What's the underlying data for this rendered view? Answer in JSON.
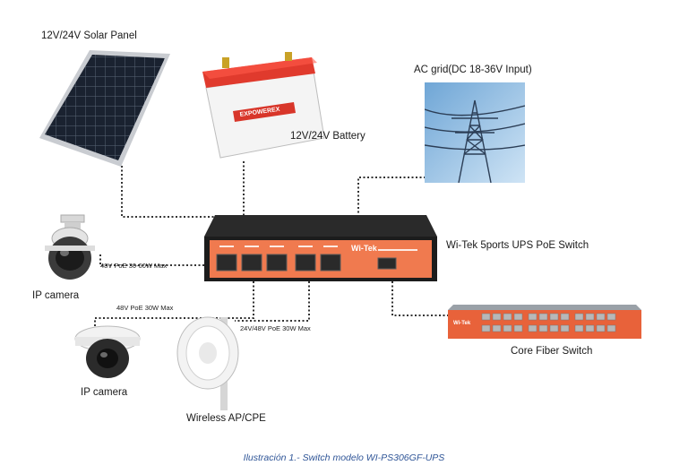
{
  "labels": {
    "solar_panel": "12V/24V Solar Panel",
    "battery": "12V/24V Battery",
    "battery_brand": "EXPOWEREX",
    "ac_grid": "AC grid(DC 18-36V Input)",
    "switch": "Wi-Tek 5ports UPS PoE Switch",
    "switch_logo": "Wi-Tek",
    "ip_camera_1": "IP camera",
    "ip_camera_2": "IP camera",
    "wireless_ap": "Wireless AP/CPE",
    "core_switch": "Core Fiber Switch",
    "core_logo": "Wi-Tek"
  },
  "port_labels": {
    "port1": "48V PoE 30-60W Max",
    "port2": "48V PoE 30W Max",
    "port3": "24V/48V PoE 30W Max"
  },
  "caption": "Ilustración 1.- Switch modelo WI-PS306GF-UPS",
  "colors": {
    "switch_body": "#1c1c1c",
    "switch_panel": "#f07a4f",
    "core_switch_body": "#e8623a",
    "connector_line": "#333333",
    "caption_text": "#2f5597"
  }
}
